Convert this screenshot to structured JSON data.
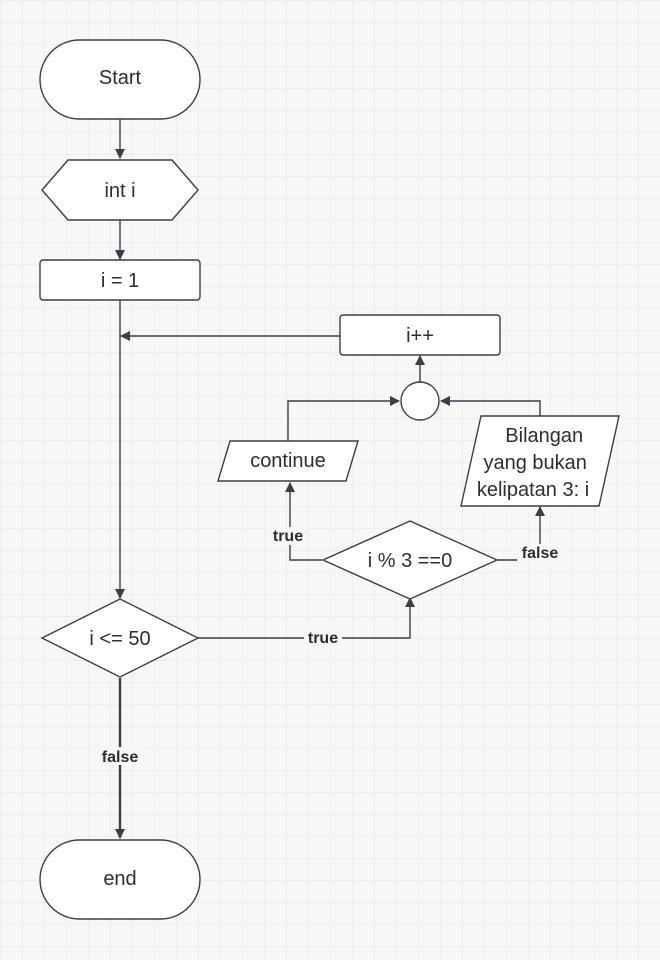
{
  "nodes": {
    "start": "Start",
    "declare": "int i",
    "init": "i = 1",
    "increment": "i++",
    "cond_loop": "i <= 50",
    "cond_mod": "i % 3 ==0",
    "continue": "continue",
    "output": [
      "Bilangan",
      "yang bukan",
      "kelipatan 3: i"
    ],
    "end": "end"
  },
  "edges": {
    "loop_true": "true",
    "loop_false": "false",
    "mod_true": "true",
    "mod_false": "false"
  }
}
